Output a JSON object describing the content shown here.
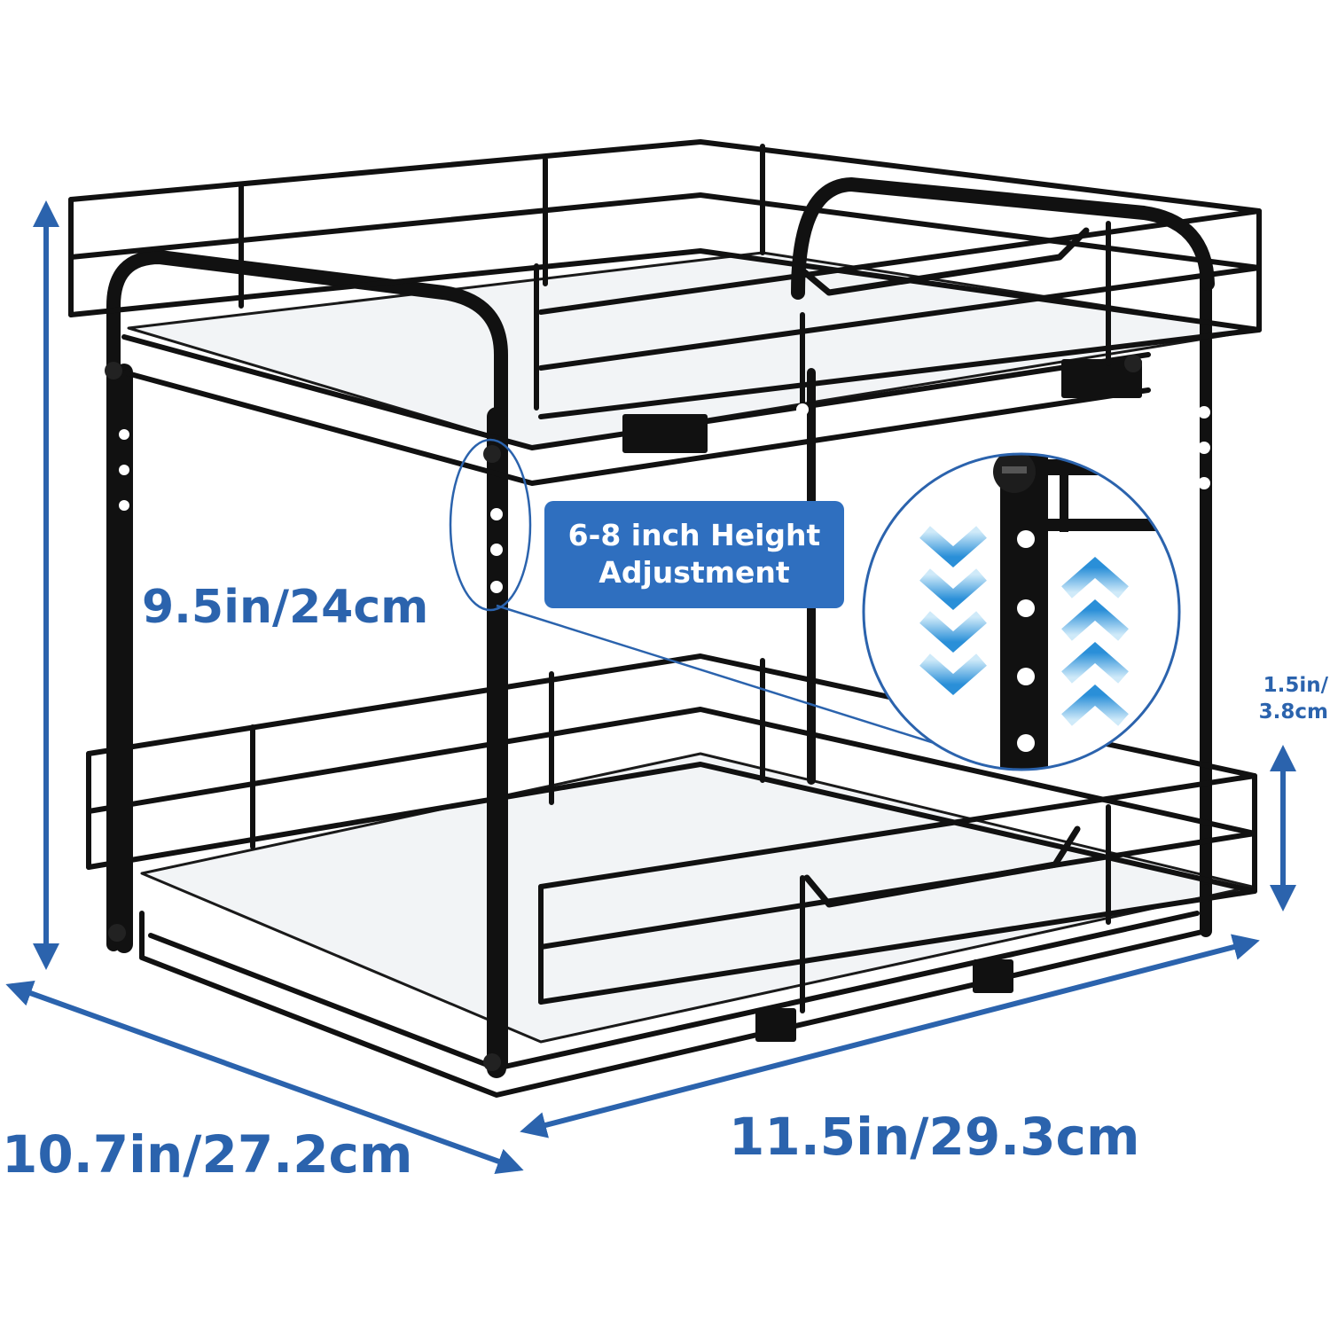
{
  "product": {
    "description": "two-tier black wire pull-out cabinet organizer with white liners",
    "frame_color": "#111111",
    "liner_color": "#f2f4f6"
  },
  "dimensions": {
    "height": "9.5in/24cm",
    "depth": "10.7in/27.2cm",
    "width": "11.5in/29.3cm",
    "adjust_range_line1": "1.5in/",
    "adjust_range_line2": "3.8cm"
  },
  "callout": {
    "line1": "6-8 inch Height",
    "line2": "Adjustment"
  },
  "icons": [
    "down-chevrons-icon",
    "up-chevrons-icon",
    "height-arrow-icon",
    "depth-arrow-icon",
    "width-arrow-icon",
    "range-arrow-icon"
  ],
  "colors": {
    "accent": "#2b63ad",
    "callout_bg": "#2f6fbf",
    "arrow_light": "#9fd3f2",
    "arrow_dark": "#2a8fd8"
  }
}
